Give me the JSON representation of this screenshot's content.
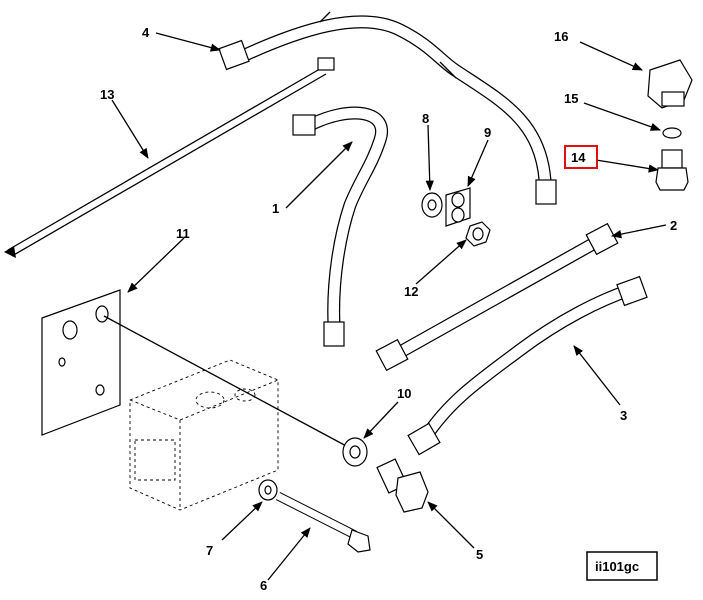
{
  "figure_id": "ii101gc",
  "highlight_color": "#e01010",
  "callouts": {
    "c1": "1",
    "c2": "2",
    "c3": "3",
    "c4": "4",
    "c5": "5",
    "c6": "6",
    "c7": "7",
    "c8": "8",
    "c9": "9",
    "c10": "10",
    "c11": "11",
    "c12": "12",
    "c13": "13",
    "c14": "14",
    "c15": "15",
    "c16": "16"
  }
}
